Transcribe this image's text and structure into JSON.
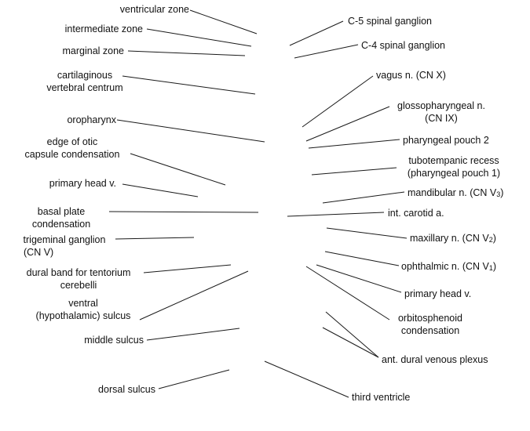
{
  "labels": {
    "ventricular_zone": "ventricular zone",
    "intermediate_zone": "intermediate zone",
    "marginal_zone": "marginal zone",
    "cartilaginous_1": "cartilaginous",
    "cartilaginous_2": "vertebral centrum",
    "oropharynx": "oropharynx",
    "otic_1": "edge of otic",
    "otic_2": "capsule condensation",
    "primary_head_v_left": "primary head v.",
    "basal_plate_1": "basal plate",
    "basal_plate_2": "condensation",
    "trigeminal_1": "trigeminal ganglion",
    "trigeminal_2": "(CN V)",
    "dural_band_1": "dural band for tentorium",
    "dural_band_2": "cerebelli",
    "ventral_sulcus_1": "ventral",
    "ventral_sulcus_2": "(hypothalamic) sulcus",
    "middle_sulcus": "middle sulcus",
    "dorsal_sulcus": "dorsal sulcus",
    "c5_ganglion": "C-5 spinal ganglion",
    "c4_ganglion": "C-4 spinal ganglion",
    "vagus": "vagus n. (CN X)",
    "glosso_1": "glossopharyngeal n.",
    "glosso_2": "(CN IX)",
    "pouch2": "pharyngeal pouch 2",
    "tubo_1": "tubotempanic recess",
    "tubo_2": "(pharyngeal pouch 1)",
    "mandibular_text": "mandibular n. (CN V",
    "mandibular_sub": "3",
    "mandibular_close": ")",
    "carotid": "int. carotid a.",
    "maxillary_text": "maxillary n. (CN V",
    "maxillary_sub": "2",
    "maxillary_close": ")",
    "ophthalmic_text": "ophthalmic n. (CN V",
    "ophthalmic_sub": "1",
    "ophthalmic_close": ")",
    "primary_head_v_right": "primary head v.",
    "orbito_1": "orbitosphenoid",
    "orbito_2": "condensation",
    "dural_plexus": "ant. dural venous plexus",
    "third_ventricle": "third ventricle"
  }
}
